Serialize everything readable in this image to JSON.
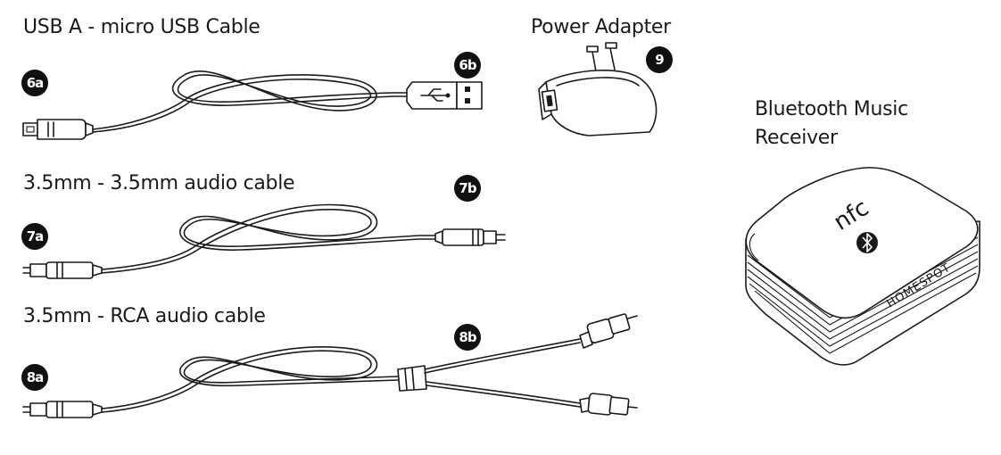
{
  "labels": {
    "usb_cable": "USB A - micro USB Cable",
    "power_adapter": "Power Adapter",
    "receiver_line1": "Bluetooth Music",
    "receiver_line2": "Receiver",
    "audio_cable": "3.5mm - 3.5mm audio cable",
    "rca_cable": "3.5mm - RCA audio cable"
  },
  "badges": {
    "b6a": "6a",
    "b6b": "6b",
    "b7a": "7a",
    "b7b": "7b",
    "b8a": "8a",
    "b8b": "8b",
    "b9": "9"
  },
  "device": {
    "nfc_text": "nfc",
    "brand_text": "HOMESPOT"
  },
  "colors": {
    "ink": "#1a1a1a",
    "badge_fill": "#111111",
    "background": "#ffffff"
  }
}
